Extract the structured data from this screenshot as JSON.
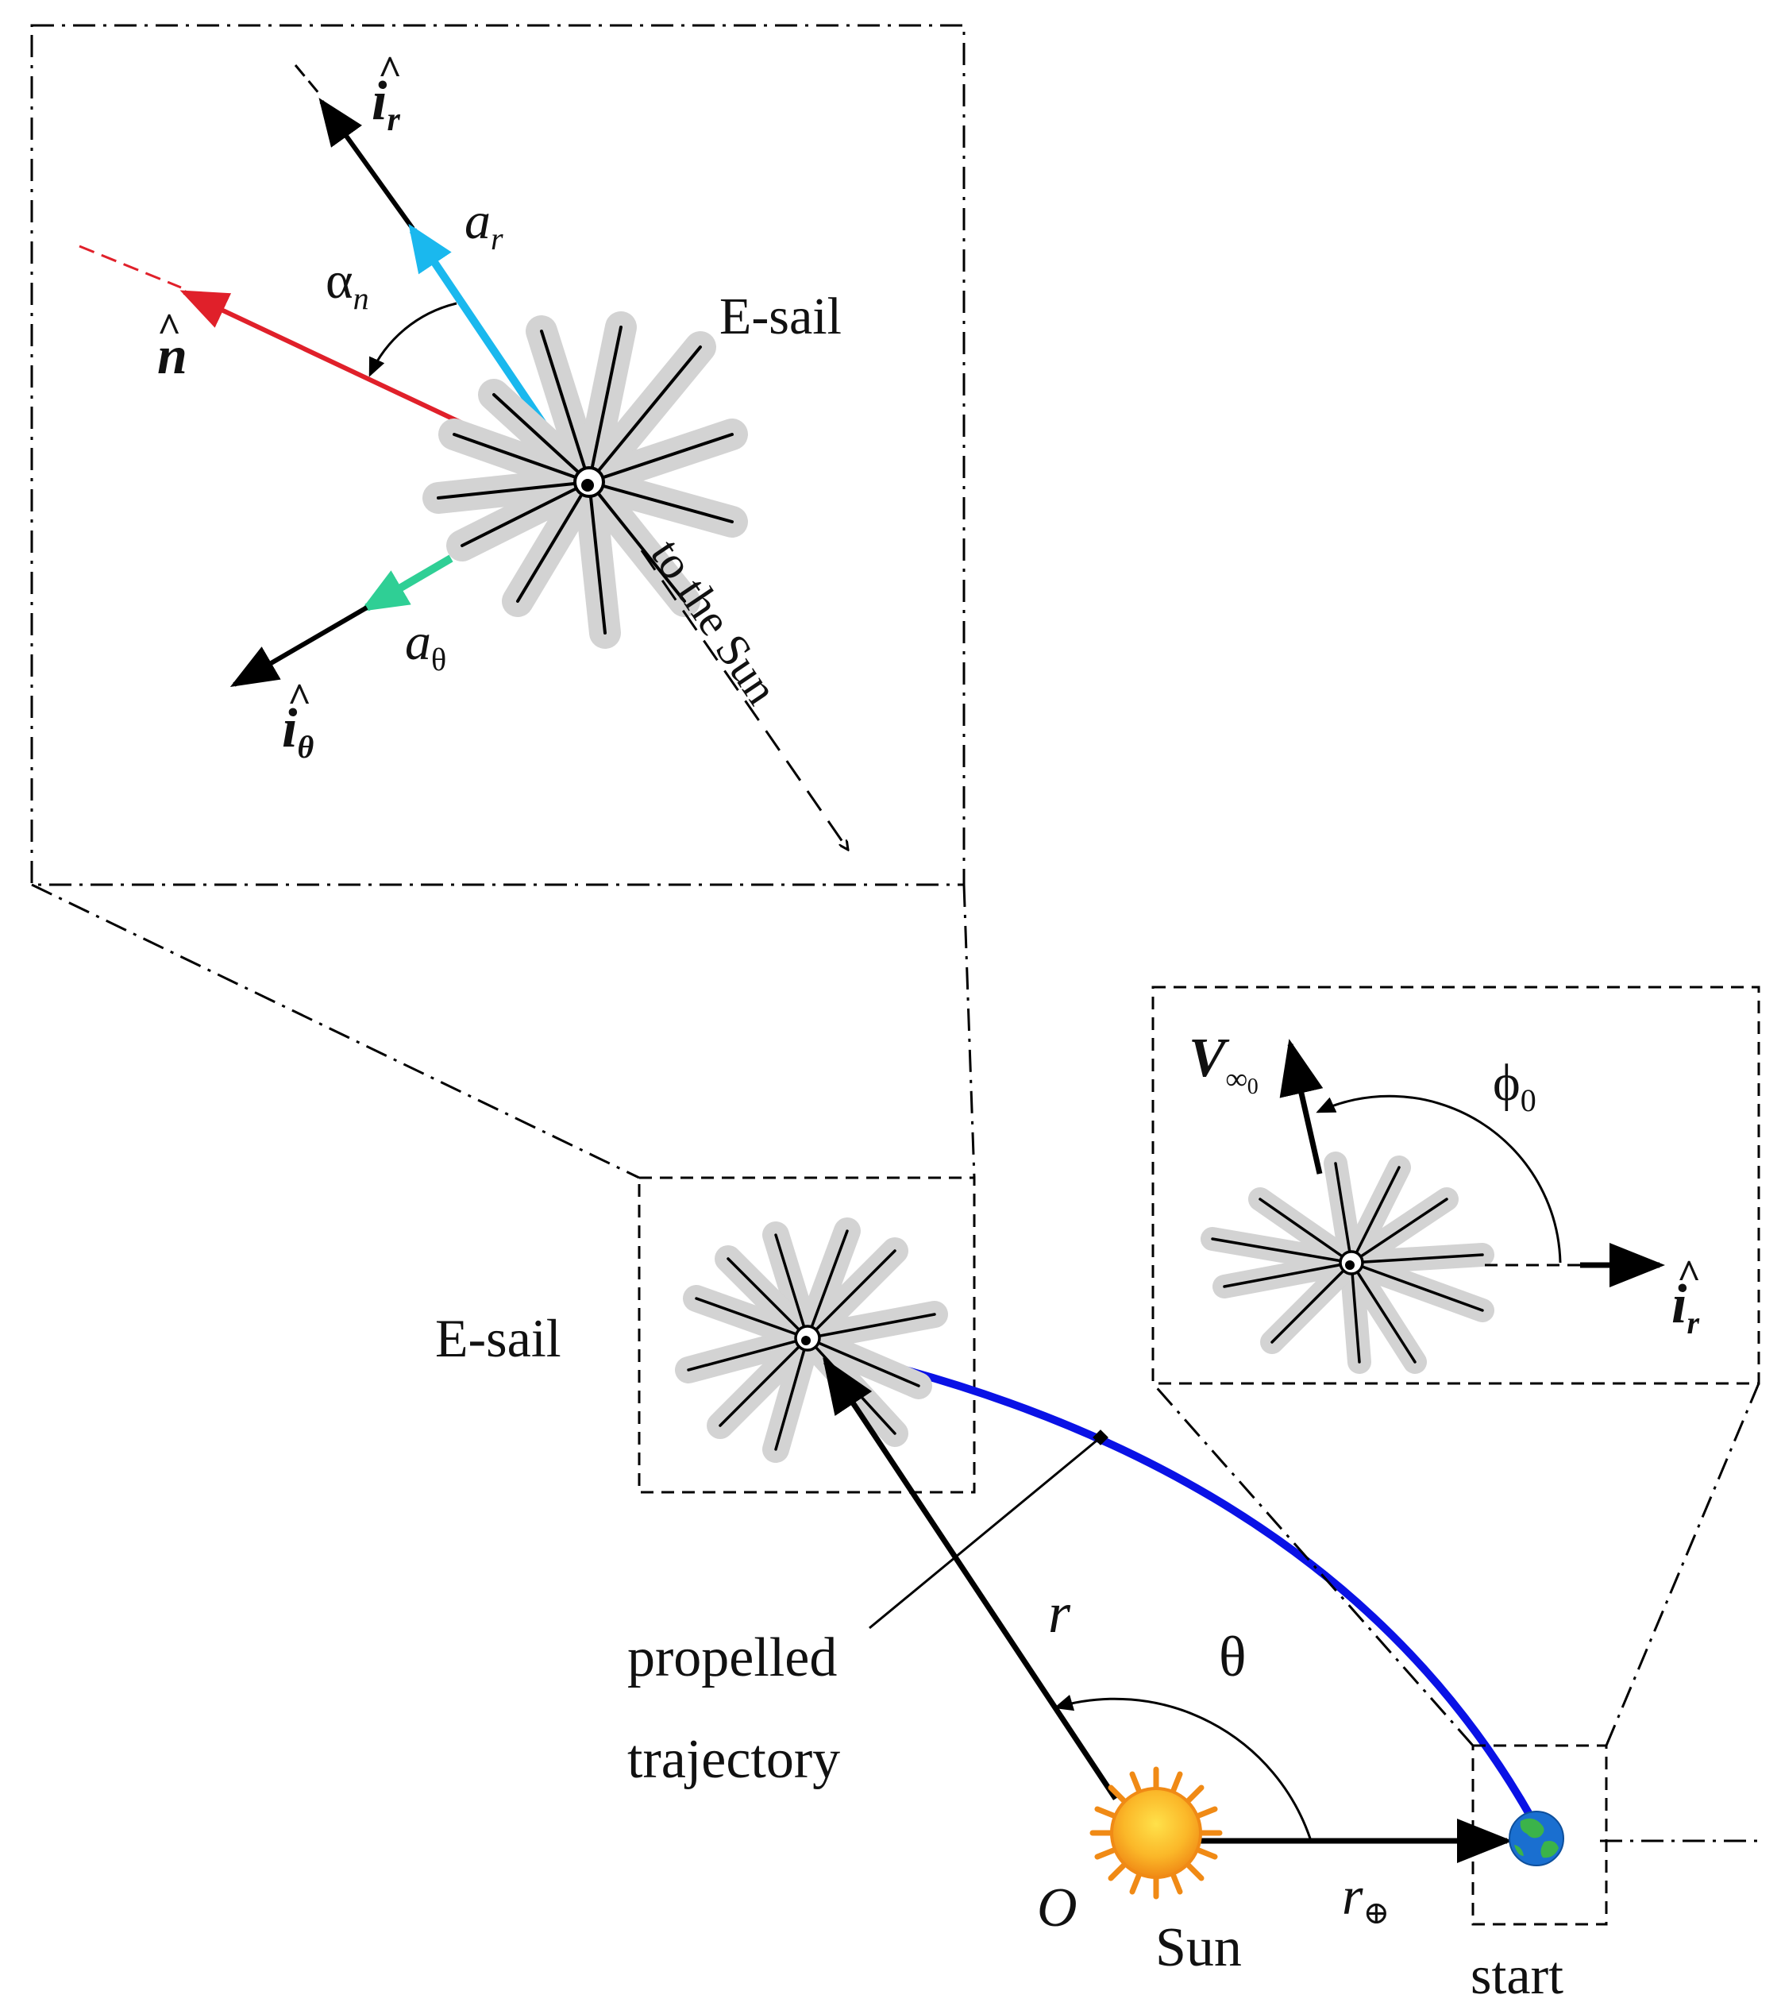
{
  "labels": {
    "esail_inset": "E-sail",
    "esail_main": "E-sail",
    "to_the_sun": "to the Sun",
    "propelled_line1": "propelled",
    "propelled_line2": "trajectory",
    "start": "start",
    "sun": "Sun",
    "origin": "O",
    "r": "r",
    "theta": "θ",
    "r_earth_base": "r",
    "r_earth_sub": "⊕",
    "ir_top_base": "i",
    "ir_top_sub": "r",
    "n_hat": "n",
    "ar_base": "a",
    "ar_sub": "r",
    "atheta_base": "a",
    "atheta_sub": "θ",
    "itheta_base": "i",
    "itheta_sub": "θ",
    "alpha_base": "α",
    "alpha_sub": "n",
    "vinf_base": "V",
    "vinf_sub": "∞",
    "vinf_subsub": "0",
    "phi_base": "ϕ",
    "phi_sub": "0",
    "ir_right_base": "i",
    "ir_right_sub": "r"
  },
  "colors": {
    "trajectory": "#0a12e6",
    "normal_vector": "#e0202a",
    "radial_acceleration": "#1ab8ee",
    "transverse_acceleration": "#2fcf95",
    "sail_halo": "#d3d3d3",
    "sun_core": "#f7a21b",
    "sun_glow": "#ffe14a",
    "earth_ocean": "#1a6fd0",
    "earth_land": "#3bb34a"
  },
  "icons": [
    "sun-icon",
    "earth-icon",
    "e-sail-icon"
  ]
}
